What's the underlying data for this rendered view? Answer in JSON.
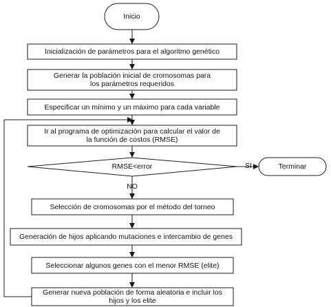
{
  "flowchart": {
    "start": "Inicio",
    "steps": [
      "Inicialización de parámetros para el algoritmo genético",
      "Generar la población inicial de cromosomas para los parámetros requeridos",
      "Especificar un mínimo y un máximo para cada variable",
      "Ir al programa de optimización para calcular el valor de la función de costos (RMSE)"
    ],
    "decision": "RMSE<error",
    "yes_label": "SI",
    "no_label": "NO",
    "end": "Terminar",
    "loop_steps": [
      "Selección de cromosomas por el método del torneo",
      "Generación de hijos aplicando mutaciones e intercambio de genes",
      "Seleccionar algunos genes con el menor RMSE (elite)",
      "Generar nueva población de forma aleatoria e incluir los hijos y los elite"
    ]
  }
}
